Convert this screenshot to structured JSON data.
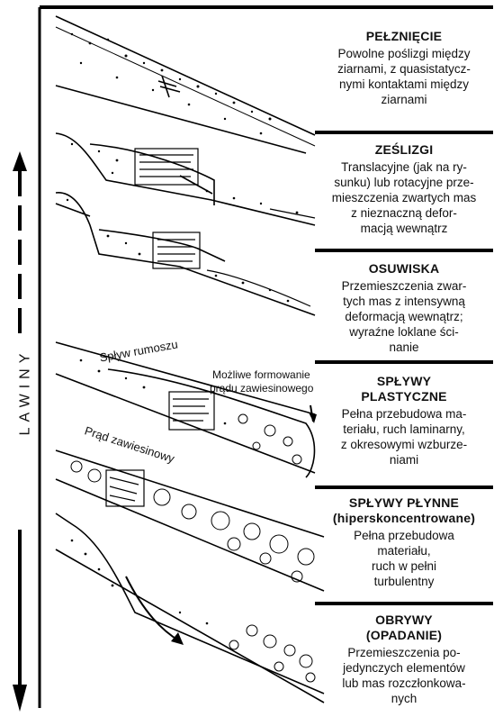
{
  "vertical_label": "LAWINY",
  "categories": [
    {
      "title": "PEŁZNIĘCIE",
      "description_lines": [
        "Powolne poślizgi między",
        "ziarnami, z quasistatycz-",
        "nymi kontaktami między",
        "ziarnami"
      ]
    },
    {
      "title": "ZEŚLIZGI",
      "description_lines": [
        "Translacyjne (jak na ry-",
        "sunku) lub rotacyjne prze-",
        "mieszczenia zwartych mas",
        "z nieznaczną defor-",
        "macją wewnątrz"
      ]
    },
    {
      "title": "OSUWISKA",
      "description_lines": [
        "Przemieszczenia zwar-",
        "tych mas z intensywną",
        "deformacją wewnątrz;",
        "wyraźne loklane ści-",
        "nanie"
      ]
    },
    {
      "title": "SPŁYWY",
      "title2": "PLASTYCZNE",
      "description_lines": [
        "Pełna przebudowa ma-",
        "teriału, ruch laminarny,",
        "z okresowymi wzburze-",
        "niami"
      ]
    },
    {
      "title": "SPŁYWY PŁYNNE",
      "title2": "(hiperskoncentrowane)",
      "description_lines": [
        "Pełna przebudowa",
        "materiału,",
        "ruch w pełni",
        "turbulentny"
      ]
    },
    {
      "title": "OBRYWY",
      "title2": "(OPADANIE)",
      "description_lines": [
        "Przemieszczenia po-",
        "jedynczych elementów",
        "lub mas rozczłonkowa-",
        "nych"
      ]
    }
  ],
  "diagram_labels": {
    "debris_flow": "Spływ rumoszu",
    "turbidity_current_possible": "Możliwe formowanie",
    "turbidity_current_possible2": "prądu zawiesinowego",
    "turbidity_current": "Prąd zawiesinowy"
  }
}
